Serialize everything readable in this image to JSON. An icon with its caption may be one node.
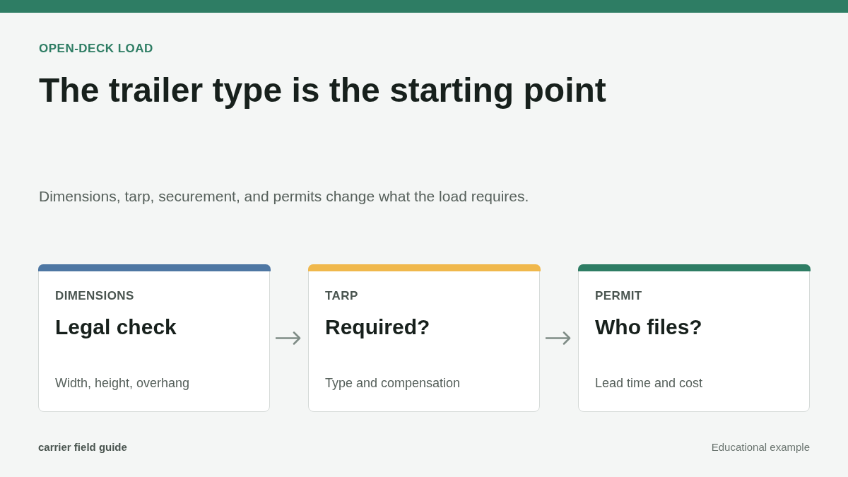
{
  "diagram": {
    "title": "The trailer type is the starting point",
    "nodes": [
      {
        "text": [
          "DIMENSIONS",
          "Legal check",
          "Width, height, overhang"
        ]
      },
      {
        "text": [
          "TARP",
          "Required?",
          "Type and compensation"
        ]
      },
      {
        "text": [
          "PERMIT",
          "Who files?",
          "Lead time and cost"
        ]
      }
    ],
    "edges": [
      {
        "from": 0,
        "to": 1,
        "arrow": "to"
      },
      {
        "from": 1,
        "to": 2,
        "arrow": "to"
      }
    ],
    "labels": [
      "OPEN-DECK LOAD",
      "Dimensions, tarp, securement, and permits change what the load requires.",
      "carrier field guide",
      "Educational example"
    ]
  }
}
